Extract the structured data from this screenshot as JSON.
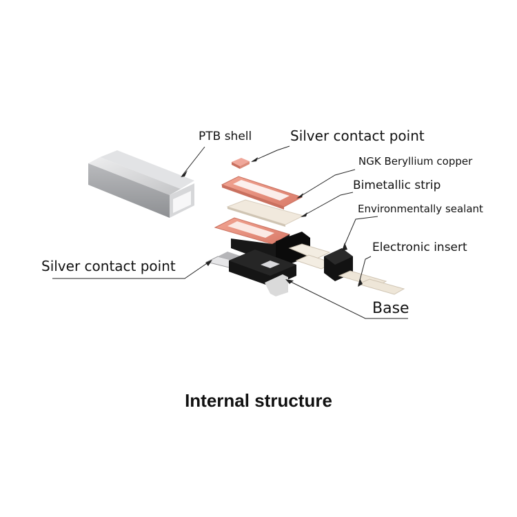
{
  "labels": {
    "ptb_shell": "PTB shell",
    "silver_contact_top": "Silver contact point",
    "ngk_beryllium_copper": "NGK Beryllium copper",
    "bimetallic_strip": "Bimetallic strip",
    "environmental_sealant": "Environmentally sealant",
    "electronic_insert": "Electronic insert",
    "silver_contact_left": "Silver contact point",
    "base": "Base"
  },
  "caption": "Internal structure",
  "colors": {
    "copper": "#e8907f",
    "shell": "#c9cacc",
    "bimetal": "#efe6d9",
    "insert": "#eee6d8",
    "base": "#151515",
    "leader": "#222222"
  }
}
